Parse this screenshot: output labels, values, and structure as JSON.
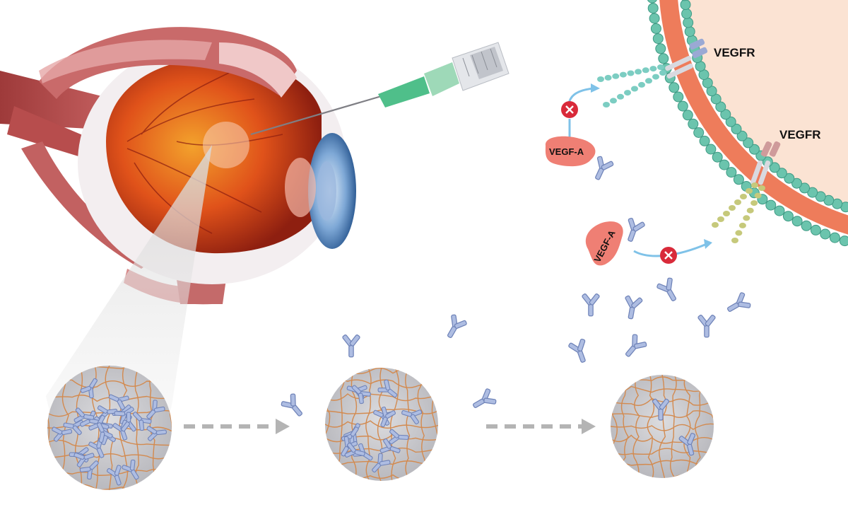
{
  "labels": {
    "receptor_top": "VEGFR",
    "receptor_right": "VEGFR",
    "ligand_top": "VEGF-A",
    "ligand_bottom": "VEGF-A"
  },
  "icons": {
    "block": "block-x-icon",
    "antibody": "antibody-icon",
    "syringe": "syringe-icon",
    "eye": "eye-cross-section-icon",
    "hydrogel": "hydrogel-depot-icon",
    "arrow": "dashed-arrow-icon"
  },
  "colors": {
    "cell_interior": "#fbe3d3",
    "membrane_outer": "#6bc4ad",
    "membrane_core": "#ee7c5b",
    "vegf": "#ef7f74",
    "vegf_chain_top": "#7ccdc2",
    "vegf_chain_right": "#c6c97b",
    "antibody": "#8ea3cf",
    "fiber": "#d38a4f",
    "gel": "#cfcfd3",
    "block": "#d92a3a",
    "arrow_blue": "#7fc2e8",
    "arrow_grey": "#b4b4b4"
  }
}
